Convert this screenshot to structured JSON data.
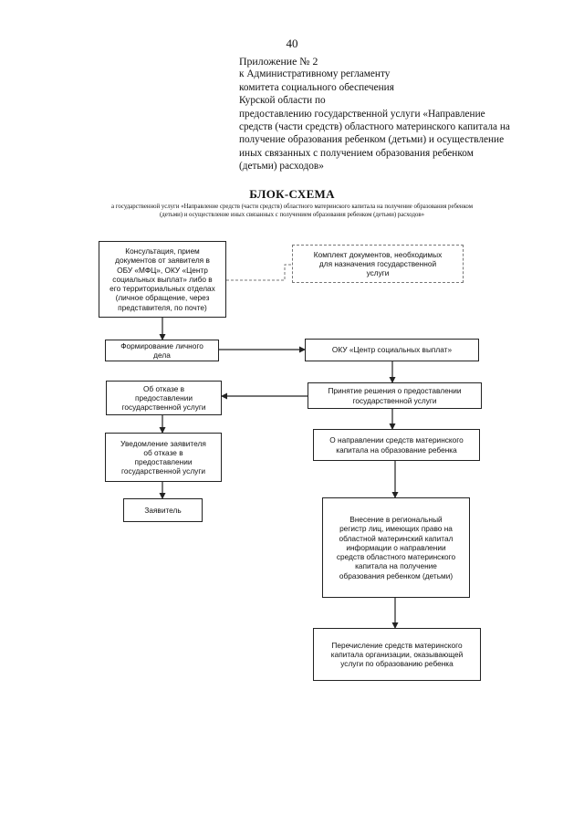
{
  "page": {
    "number": "40"
  },
  "appendix": {
    "lines": [
      "Приложение № 2",
      "к   Административному  регламенту",
      "комитета социального обеспечения",
      "Курской области по",
      "предоставлению государственной услуги  «Направление",
      "средств (части средств) областного материнского капитала на",
      "получение образования ребенком (детьми) и осуществление",
      "иных связанных с получением образования ребенком",
      "(детьми) расходов»"
    ]
  },
  "scheme": {
    "title": "БЛОК-СХЕМА",
    "subtitle": [
      "а государственной услуги  «Направление средств (части средств) областного материнского капитала на получение образования ребенком",
      "(детьми) и осуществление иных связанных с получением образования ребенком (детьми) расходов»"
    ],
    "boxes": {
      "consultation": [
        "Консультация, прием",
        "документов от заявителя в",
        "ОБУ «МФЦ»,  ОКУ «Центр",
        "социальных выплат» либо в",
        "его территориальных отделах",
        "(личное обращение, через",
        "представителя, по почте)"
      ],
      "documents": [
        "Комплект документов, необходимых",
        "для назначения государственной",
        "услуги"
      ],
      "personal_file": [
        "Формирование личного",
        "дела"
      ],
      "center": [
        "ОКУ «Центр социальных выплат»"
      ],
      "decision": [
        "Принятие решения о предоставлении",
        "государственной услуги"
      ],
      "refusal": [
        "Об отказе в",
        "предоставлении",
        "государственной услуги"
      ],
      "direction": [
        "О направлении средств материнского",
        "капитала на образование ребенка"
      ],
      "notification": [
        "Уведомление заявителя",
        "об отказе в",
        "предоставлении",
        "государственной услуги"
      ],
      "applicant": [
        "Заявитель"
      ],
      "register": [
        "Внесение в  региональный",
        "регистр лиц, имеющих право на",
        "областной материнский капитал",
        "информации о направлении",
        "средств областного материнского",
        "капитала на получение",
        "образования ребенком (детьми)"
      ],
      "transfer": [
        "Перечисление средств материнского",
        "капитала организации, оказывающей",
        "услуги по образованию ребенка"
      ]
    }
  }
}
